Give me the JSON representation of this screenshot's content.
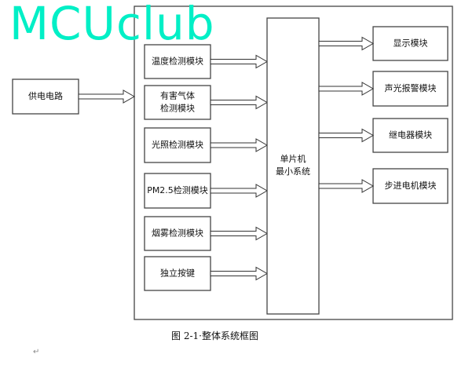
{
  "watermark": "MCUclub",
  "power": "供电电路",
  "inputs": [
    "温度检测模块",
    [
      "有害气体",
      "检测模块"
    ],
    "光照检测模块",
    "PM2.5检测模块",
    "烟雾检测模块",
    "独立按键"
  ],
  "mcu": [
    "单片机",
    "最小系统"
  ],
  "outputs": [
    "显示模块",
    "声光报警模块",
    "继电器模块",
    "步进电机模块"
  ],
  "caption": "图 2-1·整体系统框图",
  "return_mark": "↵",
  "colors": {
    "watermark": "#00efc6",
    "border": "#444444"
  }
}
